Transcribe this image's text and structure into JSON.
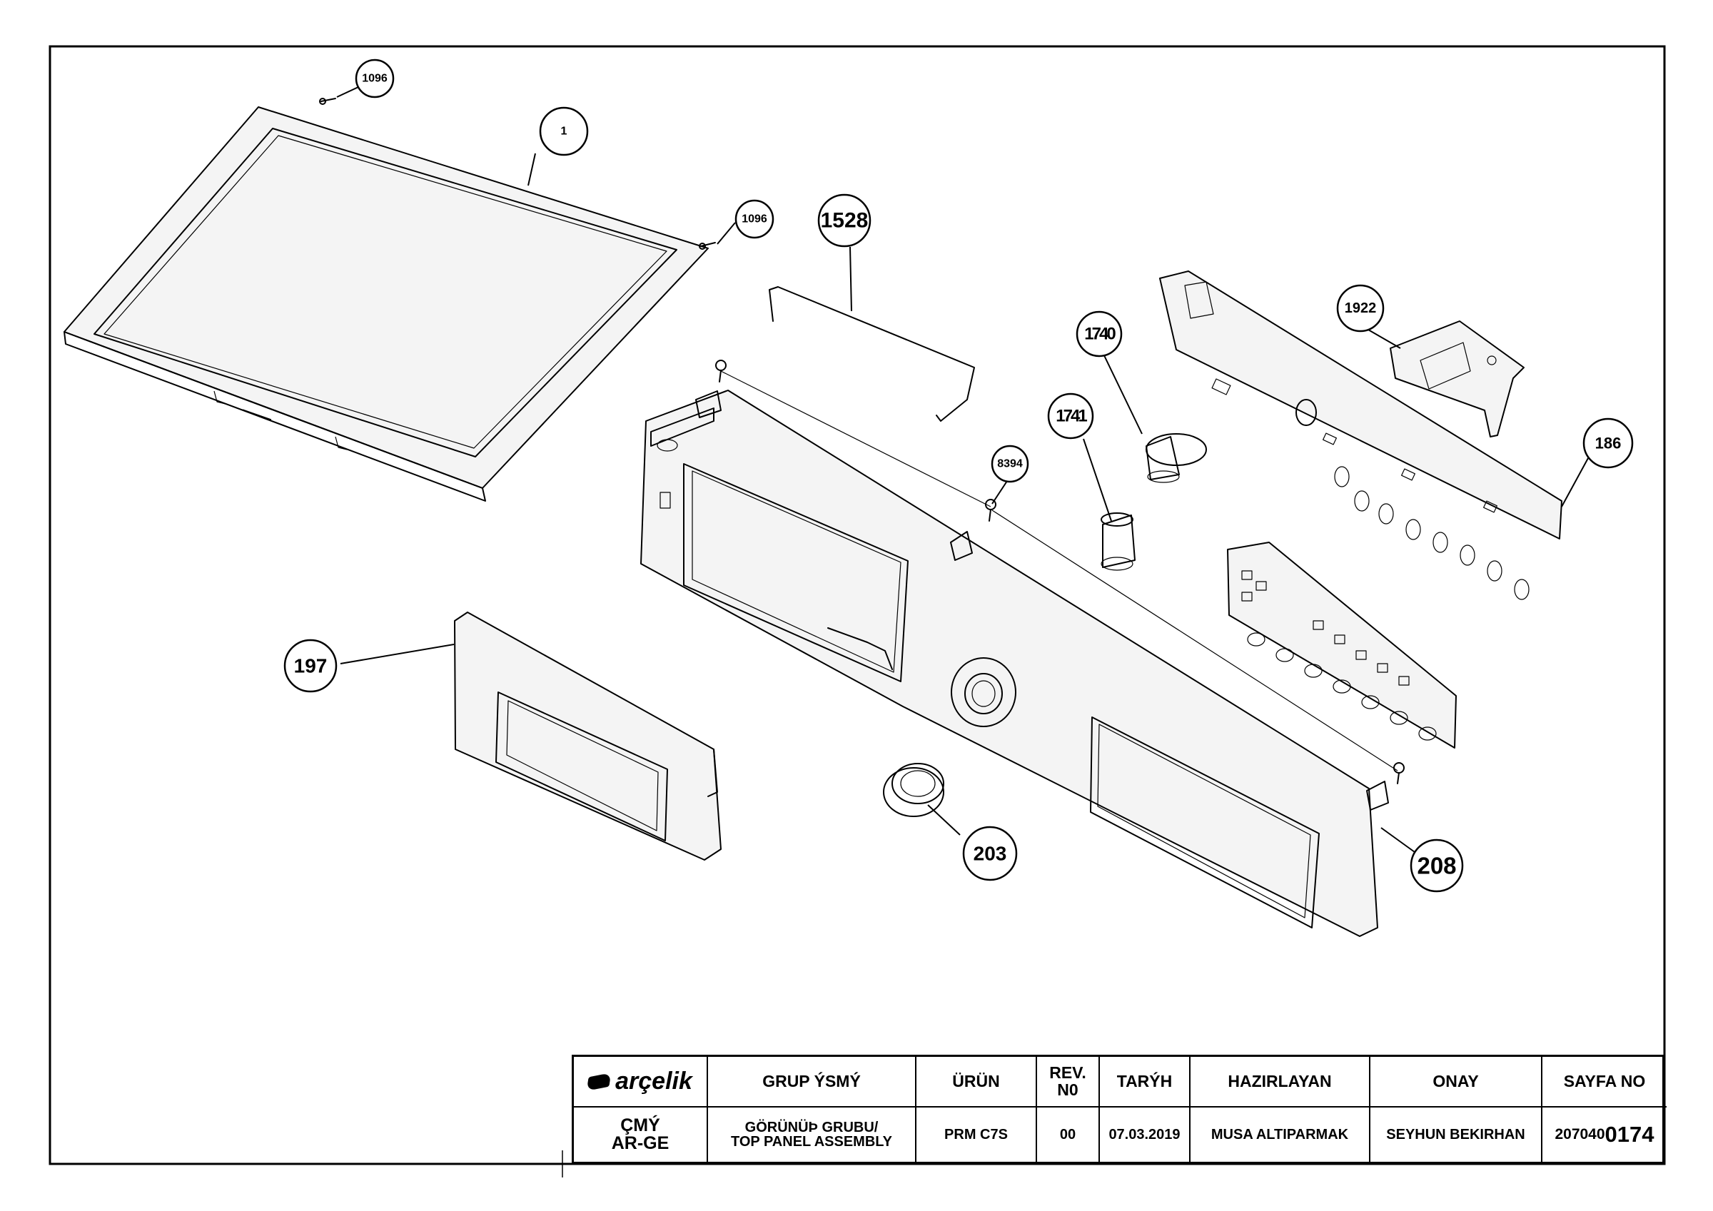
{
  "callouts": [
    {
      "id": "c1096a",
      "label": "1096"
    },
    {
      "id": "c1",
      "label": "1"
    },
    {
      "id": "c1096b",
      "label": "1096"
    },
    {
      "id": "c1528",
      "label": "1528"
    },
    {
      "id": "c1740",
      "label": "1740"
    },
    {
      "id": "c1741",
      "label": "1741"
    },
    {
      "id": "c8394",
      "label": "8394"
    },
    {
      "id": "c1922",
      "label": "1922"
    },
    {
      "id": "c186",
      "label": "186"
    },
    {
      "id": "c197",
      "label": "197"
    },
    {
      "id": "c203",
      "label": "203"
    },
    {
      "id": "c208",
      "label": "208"
    }
  ],
  "title_block": {
    "brand": "arçelik",
    "headers": {
      "group": "GRUP ÝSMÝ",
      "product": "ÜRÜN",
      "rev_line1": "REV.",
      "rev_line2": "N0",
      "date": "TARÝH",
      "prepared": "HAZIRLAYAN",
      "approved": "ONAY",
      "sheet": "SAYFA NO"
    },
    "values": {
      "department_line1": "ÇMÝ",
      "department_line2": "AR-GE",
      "group_line1": "GÖRÜNÜÞ GRUBU/",
      "group_line2": "TOP PANEL ASSEMBLY",
      "product": "PRM C7S",
      "rev": "00",
      "date": "07.03.2019",
      "prepared": "MUSA ALTIPARMAK",
      "approved": "SEYHUN BEKIRHAN",
      "sheet_prefix": "207040",
      "sheet_suffix": "0174"
    }
  }
}
